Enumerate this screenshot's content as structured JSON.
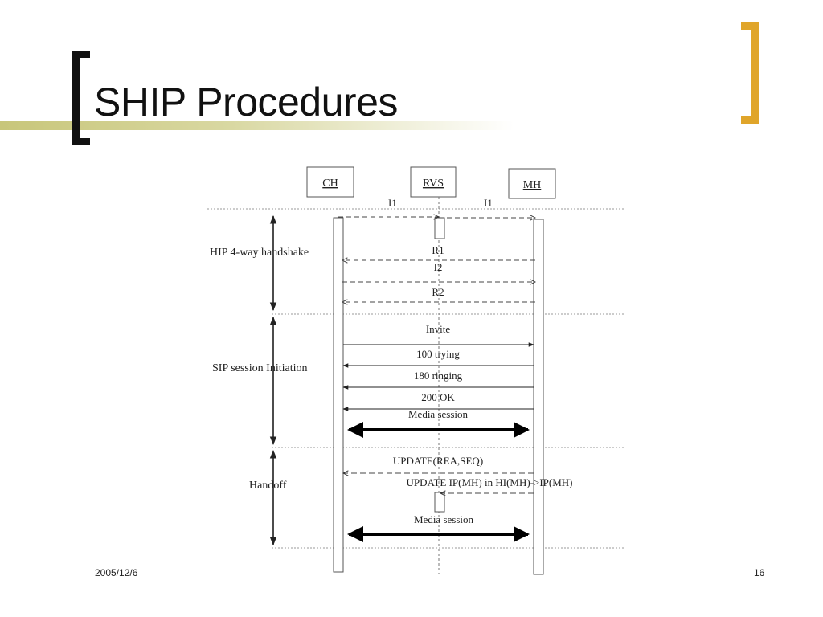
{
  "slide": {
    "title": "SHIP Procedures",
    "date": "2005/12/6",
    "page_number": "16"
  },
  "diagram": {
    "entities": [
      "CH",
      "RVS",
      "MH"
    ],
    "phases": [
      {
        "label": "HIP 4-way handshake"
      },
      {
        "label": "SIP session Initiation"
      },
      {
        "label": "Handoff"
      }
    ],
    "messages": {
      "i1_left": "I1",
      "i1_right": "I1",
      "r1": "R1",
      "i2": "I2",
      "r2": "R2",
      "invite": "Invite",
      "trying": "100 trying",
      "ringing": "180 ringing",
      "ok": "200 OK",
      "media1": "Media session",
      "update_rea": "UPDATE(REA,SEQ)",
      "update_ip": "UPDATE IP(MH) in HI(MH)->IP(MH)",
      "media2": "Media session"
    }
  },
  "colors": {
    "accent_bracket": "#e0a52a",
    "title_bar": "#c8c67a"
  }
}
